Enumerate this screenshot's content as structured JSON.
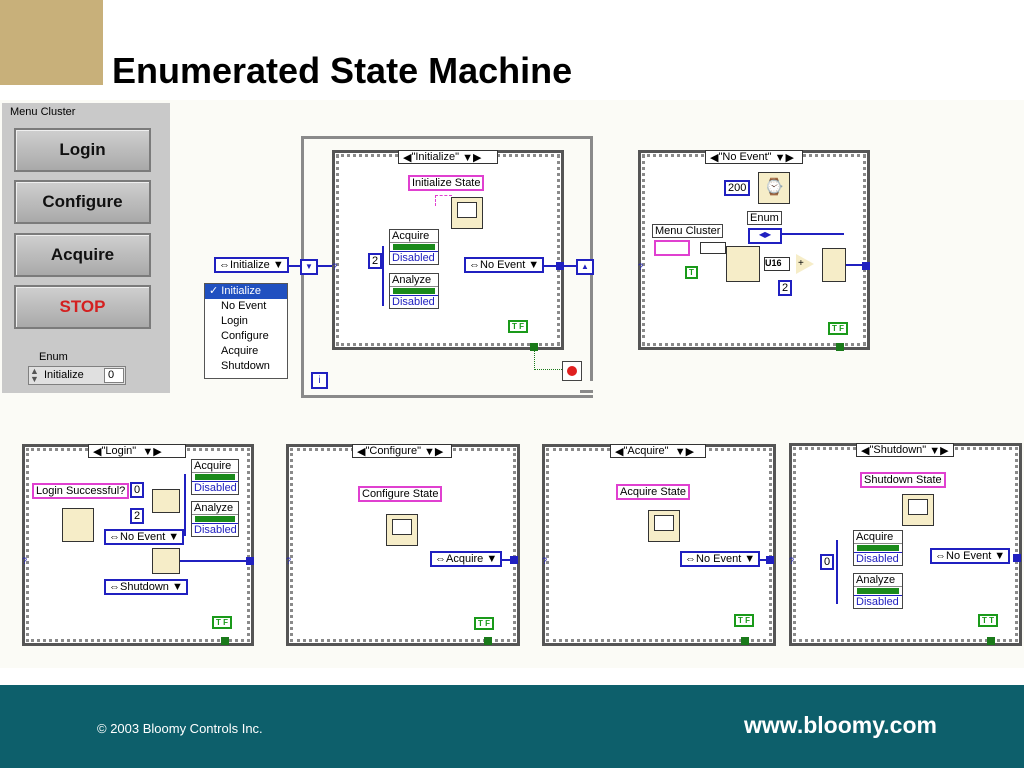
{
  "slide": {
    "title": "Enumerated State Machine",
    "copyright": "© 2003 Bloomy Controls Inc.",
    "website": "www.bloomy.com",
    "colors": {
      "gold": "#c8b07a",
      "footer": "#0d5f6b",
      "enum_blue": "#2020c0",
      "string_pink": "#e040d0",
      "bool_green": "#1a9a1a",
      "stop_red": "#d42020"
    }
  },
  "front_panel": {
    "cluster_label": "Menu Cluster",
    "buttons": [
      "Login",
      "Configure",
      "Acquire",
      "STOP"
    ],
    "enum_label": "Enum",
    "enum_value": "Initialize",
    "enum_index": "0"
  },
  "main_loop": {
    "init_enum": "Initialize",
    "dropdown": [
      "Initialize",
      "No Event",
      "Login",
      "Configure",
      "Acquire",
      "Shutdown"
    ],
    "case_label": "\"Initialize\"",
    "state_string": "Initialize State",
    "cluster1_name": "Acquire",
    "cluster1_value": "Disabled",
    "cluster2_name": "Analyze",
    "cluster2_value": "Disabled",
    "num_const": "2",
    "next_state": "No Event",
    "bool_const": "F",
    "iteration": "i"
  },
  "no_event": {
    "case_label": "\"No Event\"",
    "wait_ms": "200",
    "cluster_label": "Menu Cluster",
    "enum_label": "Enum",
    "type_label": "U16",
    "num_const": "2",
    "bool_const": "T",
    "bool_out": "F"
  },
  "login": {
    "case_label": "\"Login\"",
    "prompt": "Login Successful?",
    "num0": "0",
    "num2": "2",
    "cluster1_name": "Acquire",
    "cluster1_value": "Disabled",
    "cluster2_name": "Analyze",
    "cluster2_value": "Disabled",
    "state_true": "No Event",
    "state_false": "Shutdown",
    "bool_const": "F"
  },
  "configure": {
    "case_label": "\"Configure\"",
    "state_string": "Configure State",
    "next_state": "Acquire",
    "bool_const": "F"
  },
  "acquire": {
    "case_label": "\"Acquire\"",
    "state_string": "Acquire State",
    "next_state": "No Event",
    "bool_const": "F"
  },
  "shutdown": {
    "case_label": "\"Shutdown\"",
    "state_string": "Shutdown State",
    "num0": "0",
    "cluster1_name": "Acquire",
    "cluster1_value": "Disabled",
    "cluster2_name": "Analyze",
    "cluster2_value": "Disabled",
    "next_state": "No Event",
    "bool_const": "T"
  }
}
